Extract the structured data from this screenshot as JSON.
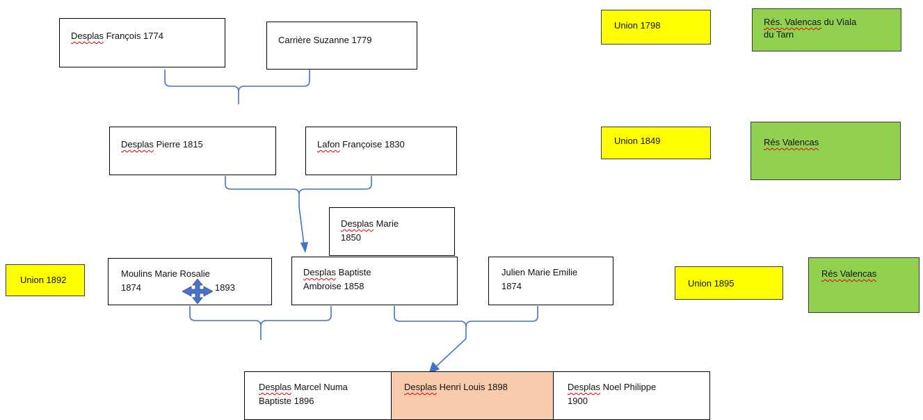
{
  "colors": {
    "union_box": "#ffff00",
    "residence_box": "#92d050",
    "highlight_box": "#f8cbad",
    "connector": "#4472c4",
    "spellcheck_underline": "#e00000"
  },
  "people": {
    "gen1": {
      "father": {
        "surname": "Desplas",
        "rest": " François 1774"
      },
      "mother": {
        "text": "Carrière Suzanne 1779"
      }
    },
    "gen2": {
      "father": {
        "surname": "Desplas",
        "rest": " Pierre 1815"
      },
      "mother": {
        "surname": "Lafon",
        "rest": " Françoise 1830"
      }
    },
    "gen3": {
      "sibling": {
        "surname": "Desplas",
        "rest": " Marie",
        "line2": "1850"
      },
      "first_wife": {
        "line1": "Moulins Marie Rosalie",
        "birth": "1874",
        "death": "1893"
      },
      "husband": {
        "surname": "Desplas",
        "rest": " Baptiste",
        "line2": "Ambroise 1858"
      },
      "second_wife": {
        "line1": "Julien Marie Emilie",
        "line2": "1874"
      }
    },
    "gen4": {
      "child1": {
        "surname": "Desplas",
        "rest": " Marcel Numa",
        "line2": "Baptiste 1896"
      },
      "child2": {
        "surname": "Desplas",
        "rest": " Henri Louis 1898"
      },
      "child3": {
        "surname": "Desplas",
        "rest": " Noel Philippe",
        "line2": "1900"
      }
    }
  },
  "unions": {
    "u1798": "Union 1798",
    "u1849": "Union 1849",
    "u1892": "Union 1892",
    "u1895": "Union 1895"
  },
  "residences": {
    "r1": {
      "underlined": "Rés. Valencas",
      "rest": " du Viala",
      "line2": "du Tarn"
    },
    "r2": {
      "underlined": "Rés Valencas"
    },
    "r3": {
      "underlined": "Rés Valencas"
    }
  },
  "icons": {
    "move_handle": "move-arrows-icon"
  }
}
